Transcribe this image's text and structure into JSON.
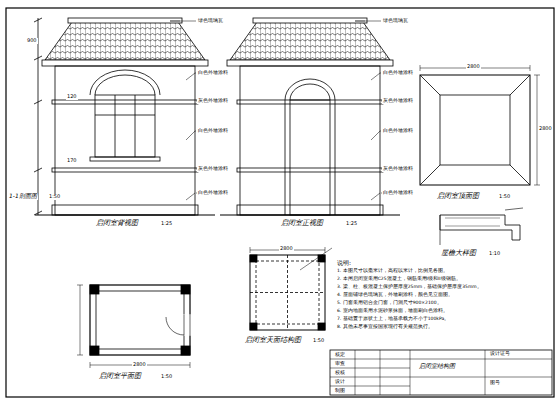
{
  "diagram": {
    "labels": [
      "1-1剖面图",
      "1:50",
      "启闭室背视图",
      "1:25",
      "启闭室正视图",
      "1:25",
      "启闭室顶面图",
      "1:50",
      "屋檐大样图",
      "1:10",
      "启闭室平面图",
      "1:50",
      "启闭室天面结构图",
      "1:50",
      "说明:",
      "1. 本图尺寸以毫米计，高程以米计，比例见各图。",
      "2. 本闸启闭室采用C25混凝土，钢筋采用I级和II级钢筋。",
      "3. 梁、柱、板混凝土保护层厚度25mm，基础保护层厚度35mm。",
      "4. 屋面铺绿色琉璃瓦，外墙刷涂料，颜色见立面图。",
      "5. 门窗采用铝合金门窗，门洞尺寸900×2100。",
      "6. 室内地面采用水泥砂浆抹面，墙面刷白色涂料。",
      "7. 基础置于原状土上，地基承载力不小于100kPa。",
      "8. 其他未尽事宜按国家现行有关规范执行。",
      "绿色琉璃瓦",
      "白色外墙涂料",
      "灰色外墙涂料",
      "白色外墙涂料",
      "灰色外墙涂料",
      "白色外墙涂料",
      "绿色琉璃瓦",
      "白色外墙涂料",
      "灰色外墙涂料",
      "白色外墙涂料",
      "灰色外墙涂料",
      "白色外墙涂料",
      "900",
      "120",
      "170",
      "2800",
      "2800",
      "2800",
      "2800",
      "核定",
      "审查",
      "校核",
      "设计",
      "制图",
      "启闭室结构图",
      "设计证号",
      "图号"
    ]
  }
}
